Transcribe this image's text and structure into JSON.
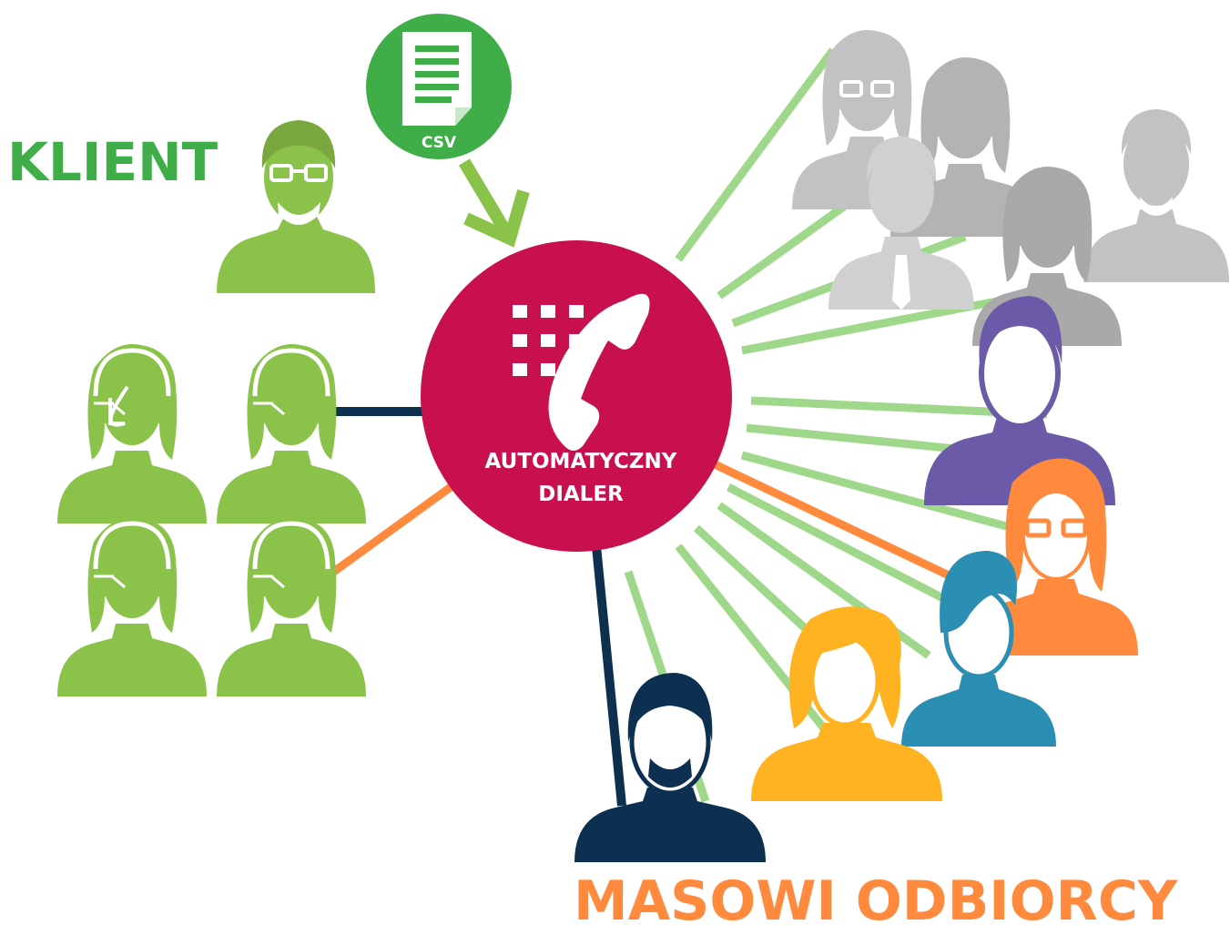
{
  "labels": {
    "klient": "KLIENT",
    "csv": "CSV",
    "dialer_line1": "AUTOMATYCZNY",
    "dialer_line2": "DIALER",
    "recipients": "MASOWI ODBIORCY"
  },
  "colors": {
    "green": "#8bc34a",
    "light_green": "#9fd88a",
    "klient_green": "#3fae49",
    "csv_green": "#3fae49",
    "dialer_magenta": "#c8104f",
    "orange": "#ff8a3d",
    "navy": "#0d3050",
    "purple": "#6a5aa8",
    "teal": "#2b8fb3",
    "yellow": "#ffb320",
    "grey": "#c2c2c2",
    "grey_dark": "#a9a9a9"
  },
  "icons": {
    "csv": "csv-file-icon",
    "phone": "phone-handset-icon",
    "keypad": "keypad-icon"
  }
}
